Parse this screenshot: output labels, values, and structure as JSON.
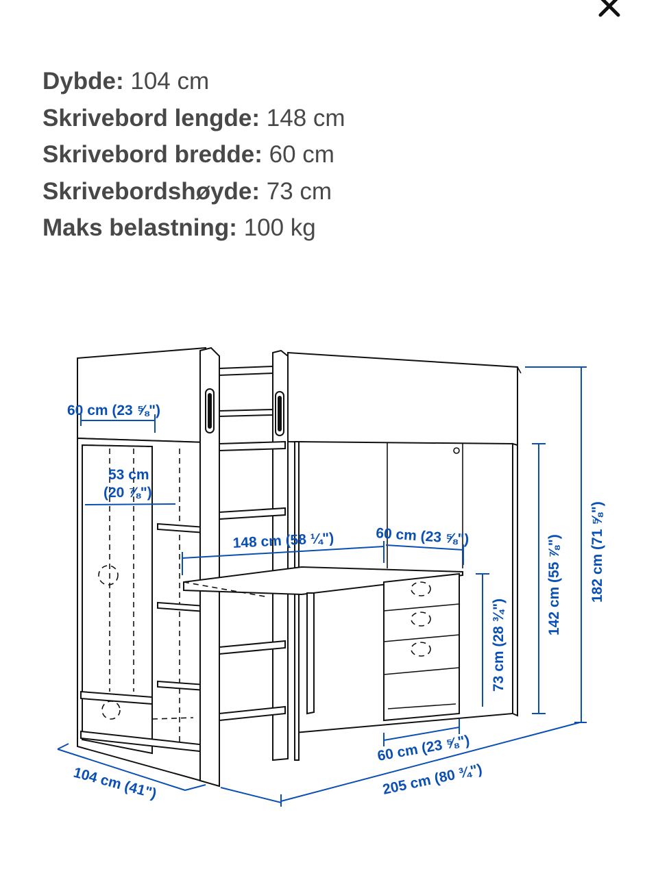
{
  "close": {
    "icon": "close-icon"
  },
  "specs": [
    {
      "label": "Dybde:",
      "value": "104 cm"
    },
    {
      "label": "Skrivebord lengde:",
      "value": "148 cm"
    },
    {
      "label": "Skrivebord bredde:",
      "value": "60 cm"
    },
    {
      "label": "Skrivebordshøyde:",
      "value": "73 cm"
    },
    {
      "label": "Maks belastning:",
      "value": "100 kg"
    }
  ],
  "dimensions": {
    "wardrobe_width": "60 cm (23 ⅝\")",
    "inner_width_cm": "53 cm",
    "inner_width_in": "(20 ⅞\")",
    "desk_length": "148 cm (58 ¼\")",
    "desk_width": "60 cm (23 ⅝\")",
    "desk_height": "73 cm (28 ¾\")",
    "underbed_height": "142 cm (55 ⅞\")",
    "total_height": "182 cm (71 ⅝\")",
    "drawer_width": "60 cm (23 ⅝\")",
    "total_length": "205 cm (80 ¾\")",
    "total_depth": "104 cm (41\")"
  },
  "colors": {
    "dimension": "#0a4fb3",
    "spec_text": "#484848"
  }
}
